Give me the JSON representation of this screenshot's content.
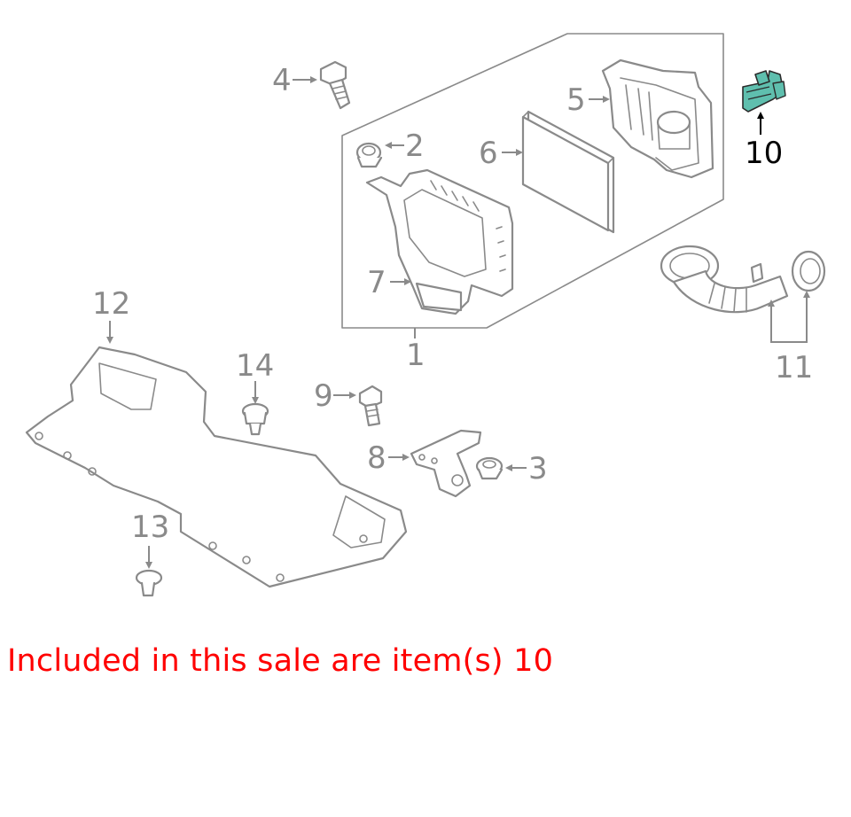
{
  "callouts": {
    "c1": "1",
    "c2": "2",
    "c3": "3",
    "c4": "4",
    "c5": "5",
    "c6": "6",
    "c7": "7",
    "c8": "8",
    "c9": "9",
    "c10": "10",
    "c11": "11",
    "c12": "12",
    "c13": "13",
    "c14": "14"
  },
  "sale_note": "Included in this sale are item(s) 10",
  "colors": {
    "line_gray": "#8a8a8a",
    "highlight_part": "#5fbfae",
    "sale_note": "#ff0000",
    "highlight_label": "#000000"
  },
  "icons": {
    "bolt": "bolt-icon",
    "grommet": "grommet-icon",
    "sensor": "sensor-icon",
    "clip": "clip-icon"
  }
}
